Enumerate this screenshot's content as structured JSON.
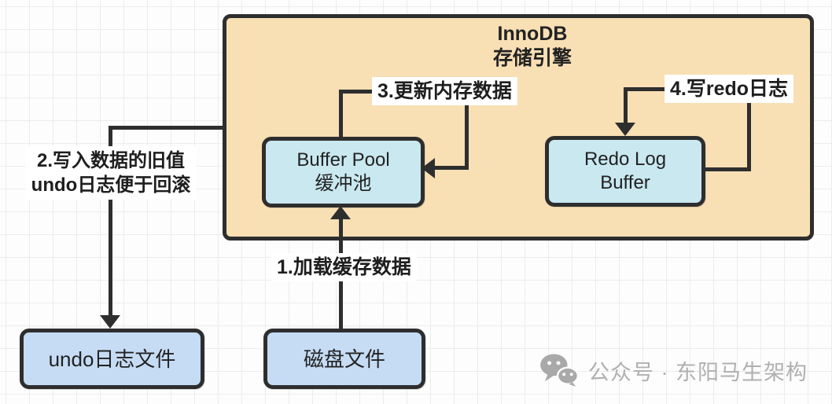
{
  "title": {
    "line1": "InnoDB",
    "line2": "存储引擎"
  },
  "nodes": {
    "buffer_pool": {
      "line1": "Buffer Pool",
      "line2": "缓冲池"
    },
    "redo_log_buffer": {
      "line1": "Redo Log",
      "line2": "Buffer"
    },
    "undo_log_file": {
      "label": "undo日志文件"
    },
    "disk_file": {
      "label": "磁盘文件"
    }
  },
  "steps": {
    "step1": {
      "label": "1.加载缓存数据"
    },
    "step2": {
      "line1": "2.写入数据的旧值",
      "line2": "undo日志便于回滚"
    },
    "step3": {
      "label": "3.更新内存数据"
    },
    "step4": {
      "label": "4.写redo日志"
    }
  },
  "colors": {
    "engine_fill": "#F8DFB4",
    "memory_node_fill": "#C9E8F0",
    "disk_node_fill": "#C6DCF4",
    "line": "#2E2E2E",
    "label_text": "#1E1E1E",
    "watermark_gray": "#B0B0B0"
  },
  "watermark": {
    "text": "公众号 · 东阳马生架构"
  }
}
